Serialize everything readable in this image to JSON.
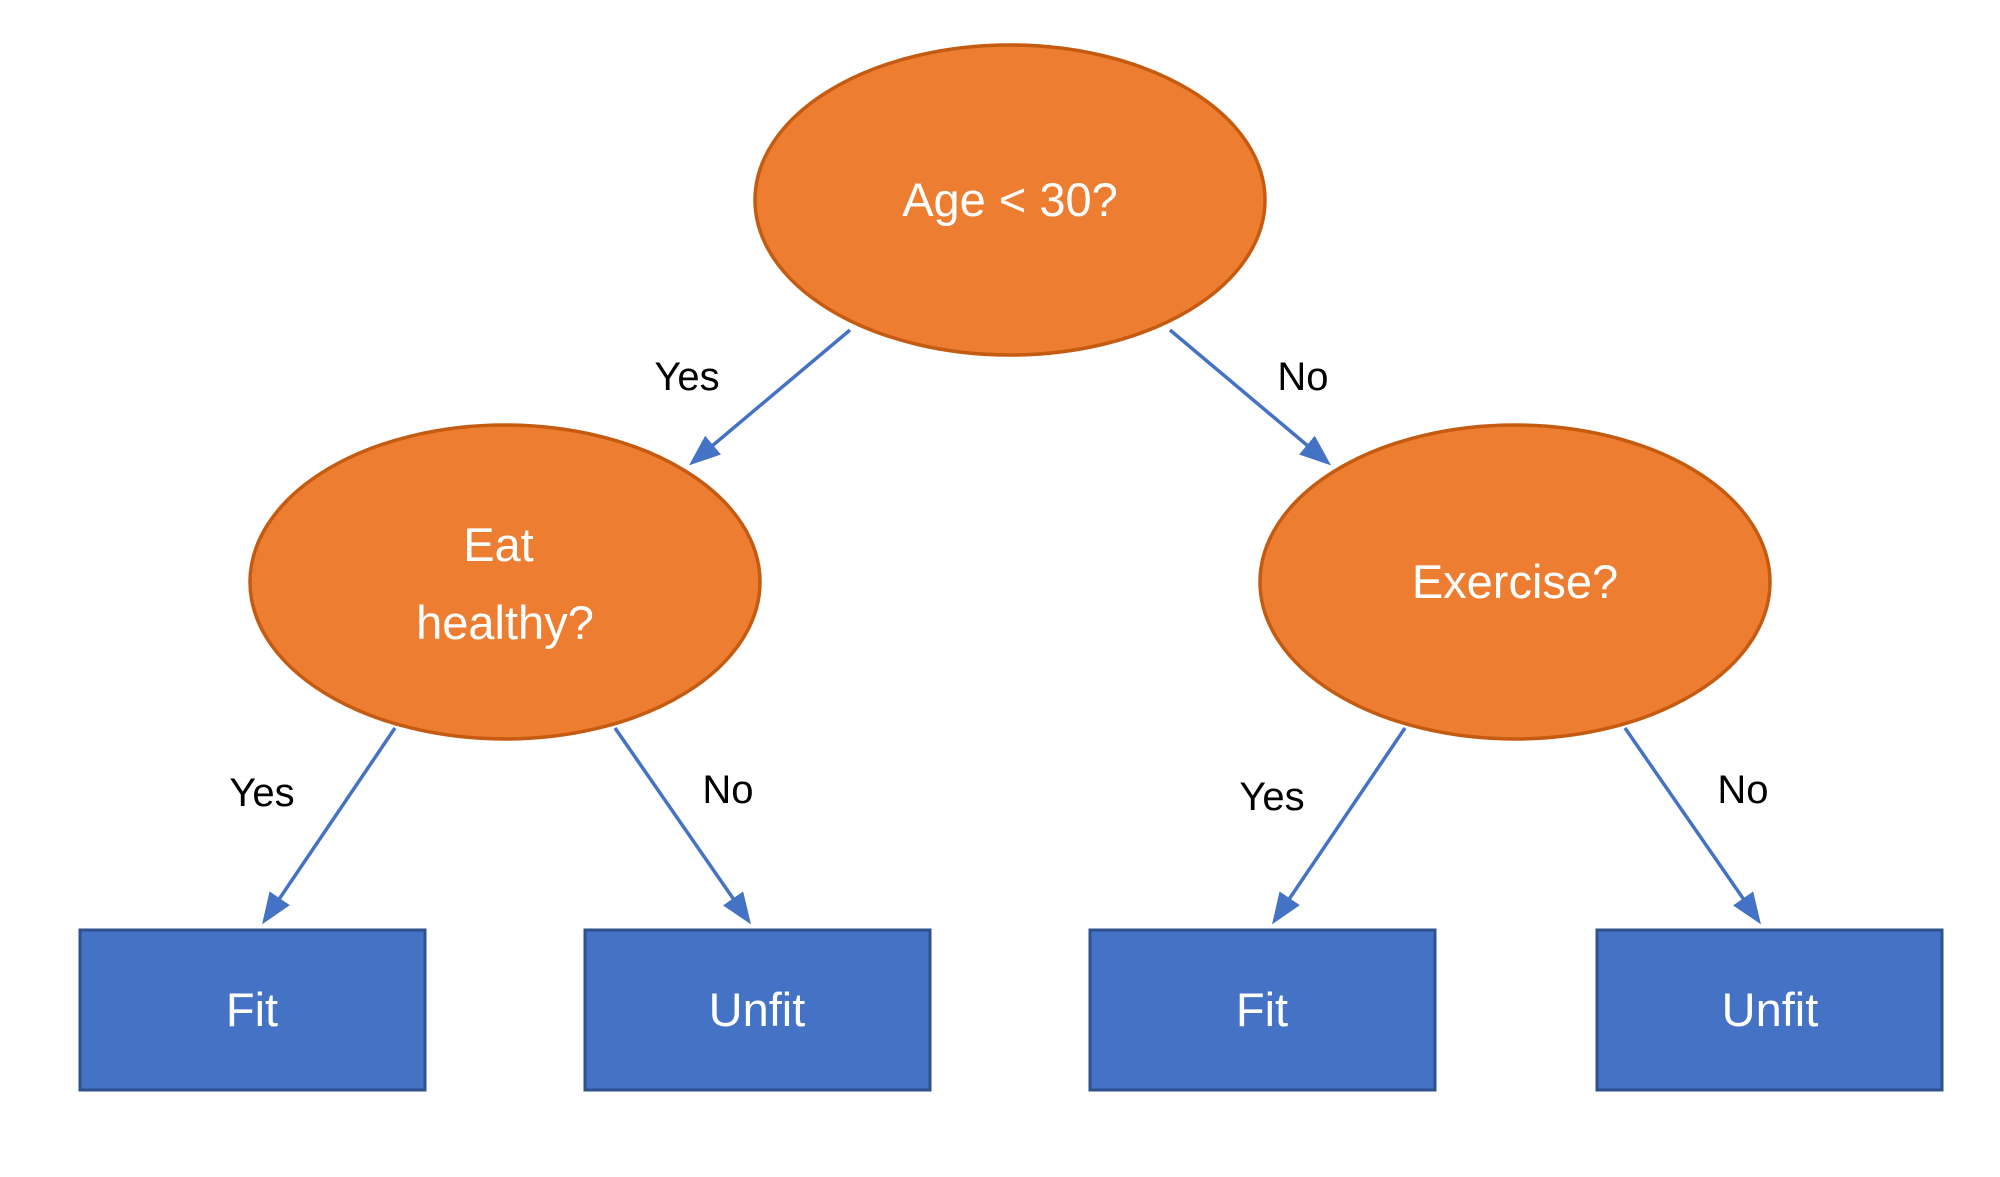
{
  "diagram": {
    "type": "decision-tree",
    "colors": {
      "decision_fill": "#ED7D31",
      "decision_stroke": "#C55A11",
      "leaf_fill": "#4472C4",
      "leaf_stroke": "#2F528F",
      "arrow": "#4472C4",
      "node_text": "#FFFFFF",
      "edge_label_text": "#000000"
    },
    "nodes": {
      "root": {
        "label": "Age < 30?"
      },
      "eat_healthy": {
        "line1": "Eat",
        "line2": "healthy?"
      },
      "exercise": {
        "label": "Exercise?"
      },
      "fit_left": {
        "label": "Fit"
      },
      "unfit_left": {
        "label": "Unfit"
      },
      "fit_right": {
        "label": "Fit"
      },
      "unfit_right": {
        "label": "Unfit"
      }
    },
    "edges": {
      "root_yes": {
        "label": "Yes"
      },
      "root_no": {
        "label": "No"
      },
      "eat_yes": {
        "label": "Yes"
      },
      "eat_no": {
        "label": "No"
      },
      "exercise_yes": {
        "label": "Yes"
      },
      "exercise_no": {
        "label": "No"
      }
    }
  }
}
